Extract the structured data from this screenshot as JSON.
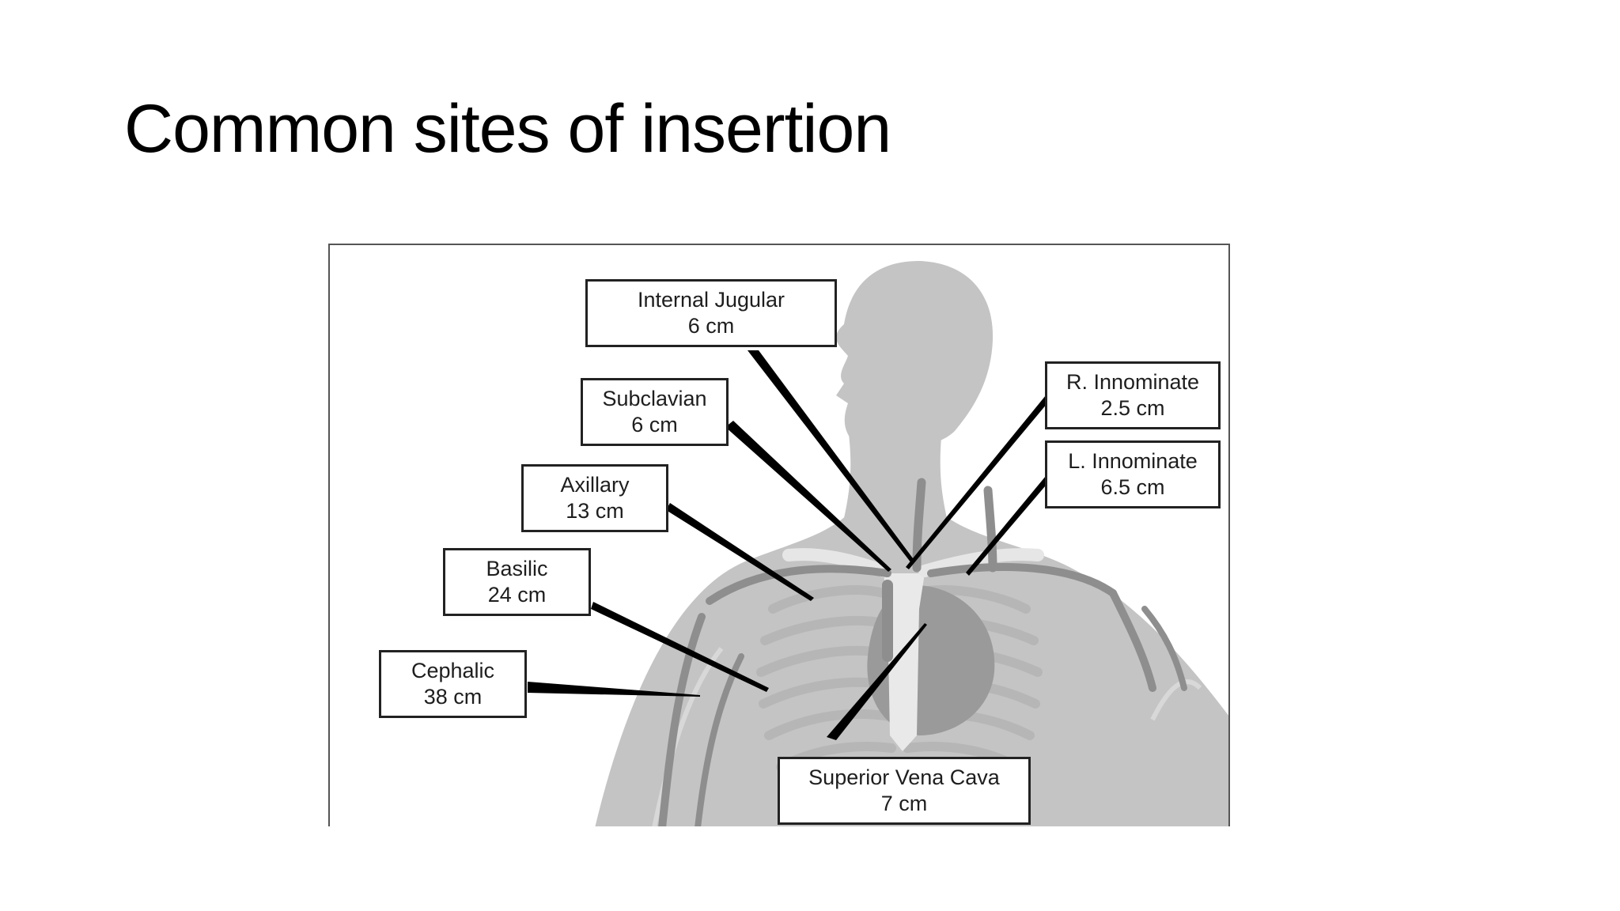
{
  "slide": {
    "title": "Common sites of insertion"
  },
  "diagram": {
    "colors": {
      "body": "#c4c4c4",
      "body_dark": "#b3b3b3",
      "vessel": "#8e8e8e",
      "heart": "#989898",
      "bone": "#e9e9e9",
      "leader": "#000000"
    },
    "labels": {
      "internal_jugular": {
        "name": "Internal Jugular",
        "length": "6 cm"
      },
      "subclavian": {
        "name": "Subclavian",
        "length": "6 cm"
      },
      "axillary": {
        "name": "Axillary",
        "length": "13 cm"
      },
      "basilic": {
        "name": "Basilic",
        "length": "24 cm"
      },
      "cephalic": {
        "name": "Cephalic",
        "length": "38 cm"
      },
      "r_innominate": {
        "name": "R. Innominate",
        "length": "2.5 cm"
      },
      "l_innominate": {
        "name": "L. Innominate",
        "length": "6.5 cm"
      },
      "superior_vena_cava": {
        "name": "Superior Vena Cava",
        "length": "7 cm"
      }
    }
  }
}
